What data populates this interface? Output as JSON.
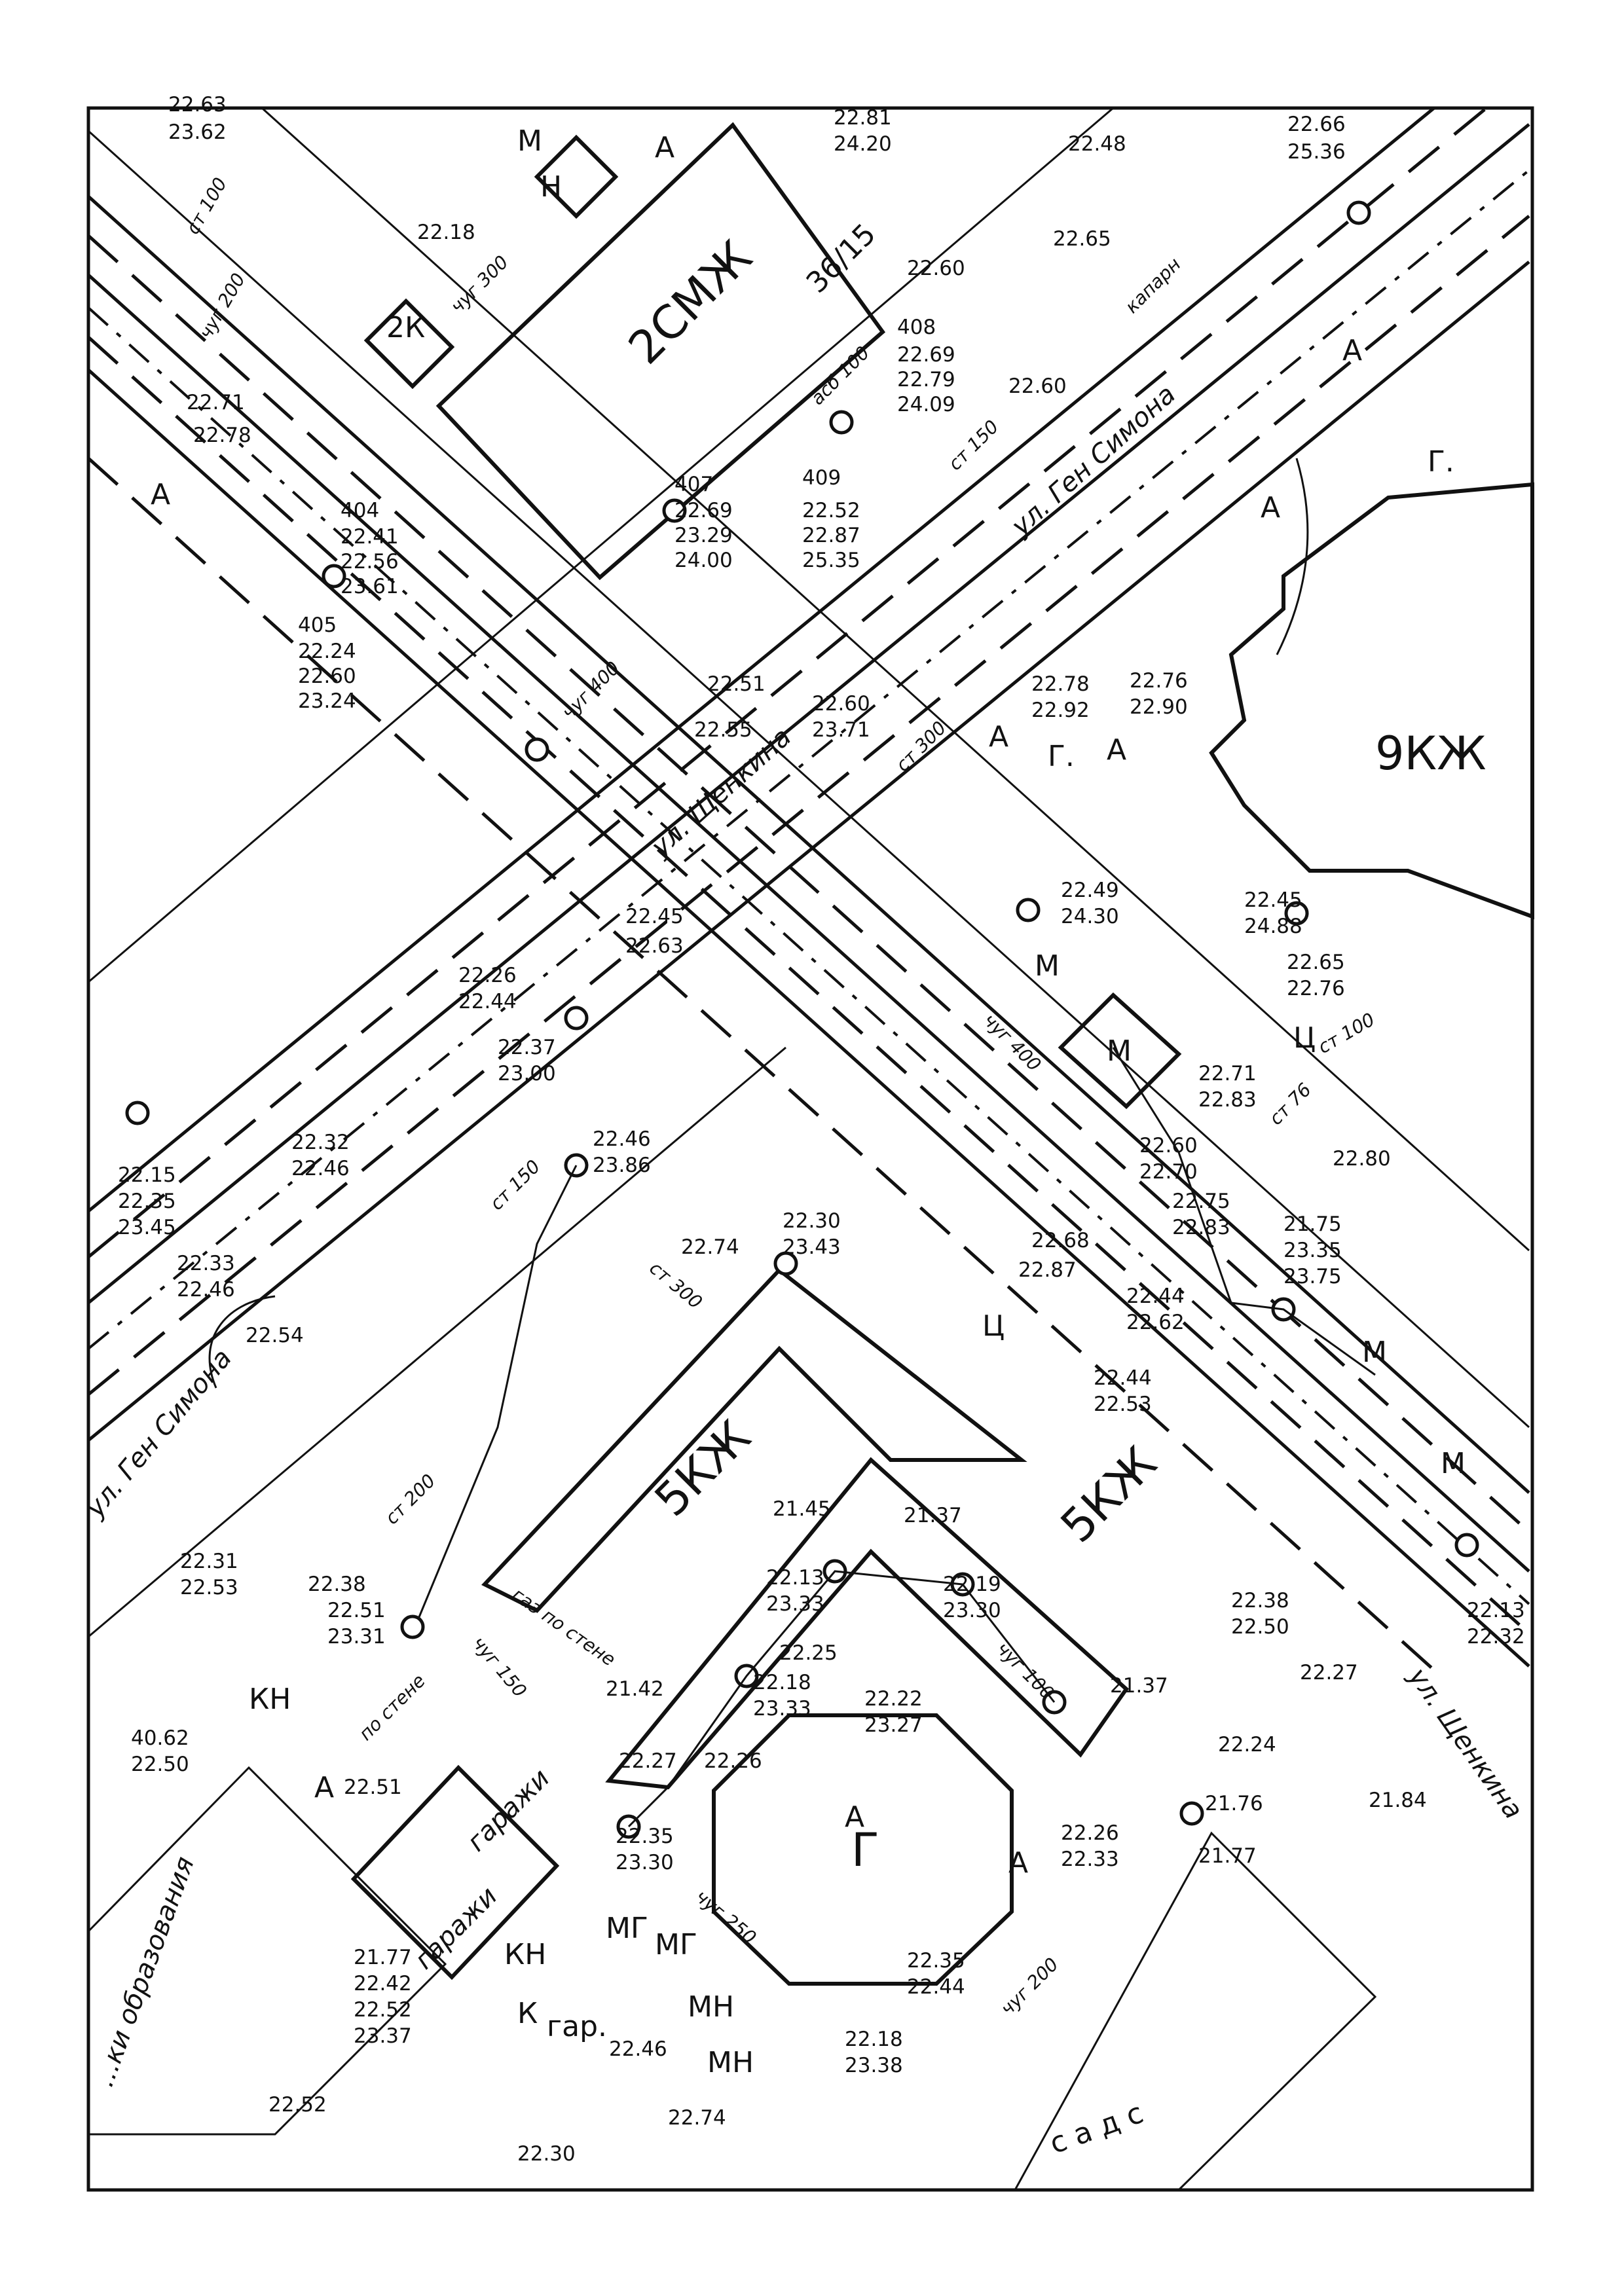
{
  "buildings": {
    "b1": "2СМЖ",
    "b1_number": "36/15",
    "b2": "9КЖ",
    "b3": "5КЖ",
    "b4": "5КЖ",
    "b5": "Г",
    "garages": "гаражи",
    "garages2": "гаражи"
  },
  "streets": {
    "s1": "ул. Щенкина",
    "s2": "ул. Щенкина",
    "s3": "ул. Ген Симона",
    "s4": "ул. Ген Симона",
    "area1": "...ки образования",
    "area2": "с а д с"
  },
  "markers": [
    "А",
    "А",
    "А",
    "А",
    "А",
    "А",
    "А",
    "А",
    "Ц",
    "Ц",
    "Н",
    "М",
    "М",
    "М",
    "2К",
    "КН",
    "КН",
    "гар.",
    "МГ",
    "МГ",
    "МН",
    "МН",
    "К",
    "Г.",
    "Г.",
    "А",
    "М",
    "М"
  ],
  "utility_notes": [
    "ст 100",
    "чуг 200",
    "чуг 300",
    "ст 150",
    "асб 100",
    "капарн",
    "ст 300",
    "чуг 400",
    "ст 100",
    "газ по стене",
    "по стене",
    "чуг 150",
    "ст 200",
    "ст 150",
    "чуг 250",
    "чуг 200",
    "чуг 100",
    "ст 76",
    "ст 300",
    "чуг 400"
  ],
  "elevations": [
    "22.63",
    "23.62",
    "22.81",
    "24.20",
    "22.48",
    "22.66",
    "25.36",
    "22.65",
    "22.60",
    "22.18",
    "408",
    "22.69",
    "22.79",
    "24.09",
    "22.60",
    "22.71",
    "22.78",
    "407",
    "22.69",
    "23.29",
    "24.00",
    "409",
    "22.52",
    "22.87",
    "25.35",
    "404",
    "22.41",
    "22.56",
    "23.61",
    "405",
    "22.24",
    "22.60",
    "23.24",
    "22.51",
    "22.55",
    "22.60",
    "23.71",
    "22.78",
    "22.92",
    "22.76",
    "22.90",
    "22.49",
    "24.30",
    "22.45",
    "24.88",
    "22.65",
    "22.76",
    "22.71",
    "22.83",
    "22.60",
    "22.70",
    "22.80",
    "22.75",
    "22.83",
    "21.75",
    "23.35",
    "23.75",
    "22.45",
    "22.63",
    "22.26",
    "22.44",
    "22.37",
    "23.00",
    "22.46",
    "23.86",
    "22.32",
    "22.46",
    "22.15",
    "22.35",
    "23.45",
    "22.33",
    "22.46",
    "22.30",
    "23.43",
    "22.74",
    "22.68",
    "22.87",
    "22.44",
    "22.62",
    "22.44",
    "22.53",
    "22.54",
    "22.31",
    "22.53",
    "22.38",
    "22.51",
    "23.31",
    "21.45",
    "21.37",
    "22.13",
    "23.33",
    "22.19",
    "23.30",
    "22.25",
    "22.18",
    "23.33",
    "22.22",
    "23.27",
    "21.42",
    "22.27",
    "22.26",
    "22.35",
    "23.30",
    "21.37",
    "22.38",
    "22.50",
    "22.27",
    "22.24",
    "21.76",
    "21.77",
    "21.84",
    "22.13",
    "22.32",
    "22.26",
    "22.33",
    "40.62",
    "22.50",
    "22.51",
    "21.77",
    "22.42",
    "22.52",
    "23.37",
    "22.35",
    "22.44",
    "22.18",
    "23.38",
    "22.52",
    "22.30",
    "22.46",
    "22.74"
  ]
}
